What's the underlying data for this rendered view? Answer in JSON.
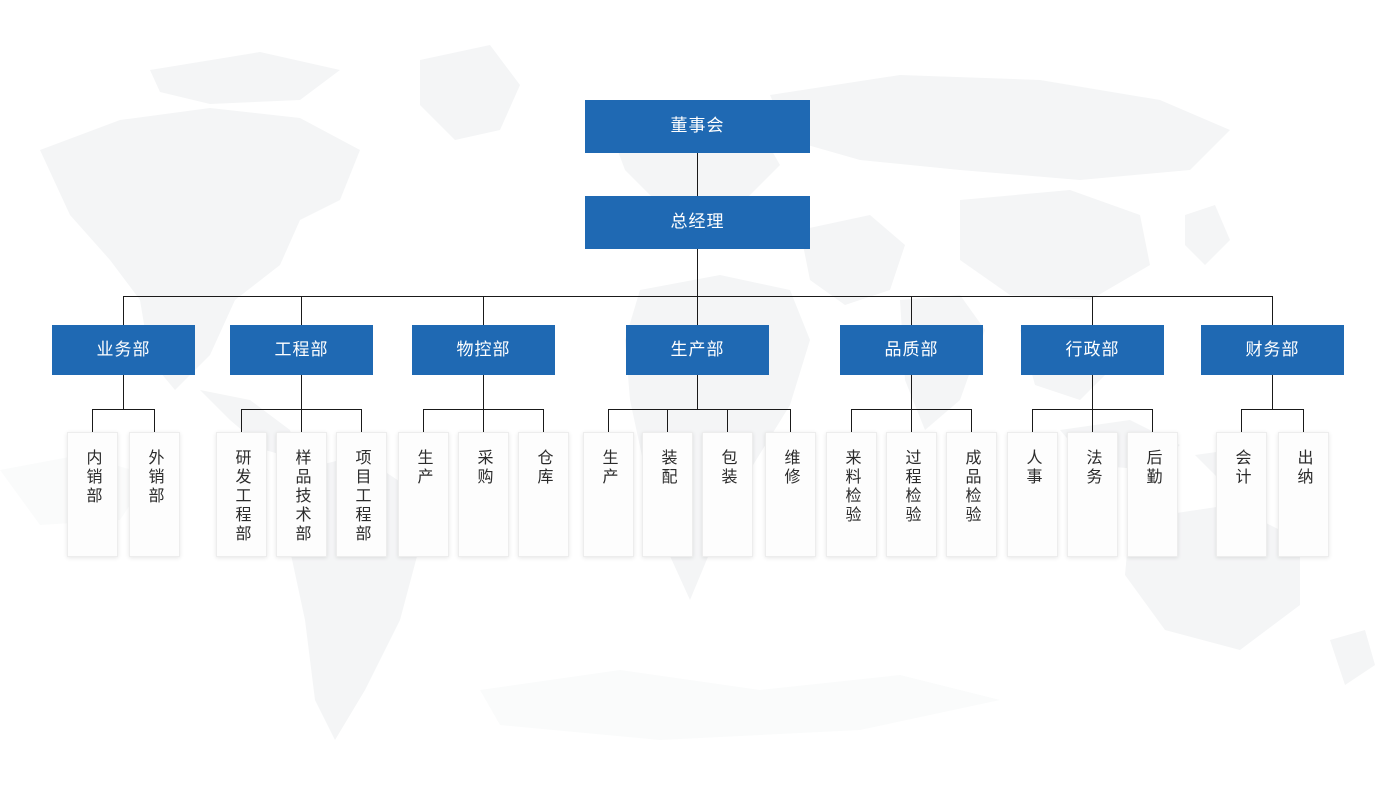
{
  "chart": {
    "type": "org-chart",
    "title_visible": false,
    "background": "world-map-watermark",
    "colors": {
      "box_blue": "#1f69b3",
      "box_blue_text": "#ffffff",
      "card_bg": "#fdfdfd",
      "card_border": "#ededed",
      "card_text": "#2b2b2b",
      "connector": "#1a1a1a",
      "page_bg": "#ffffff",
      "watermark": "#f5f6f7"
    },
    "executive": [
      {
        "id": "board",
        "label": "董事会"
      },
      {
        "id": "general-manager",
        "label": "总经理"
      }
    ],
    "departments": [
      {
        "id": "sales",
        "label": "业务部",
        "children": [
          {
            "id": "domestic-sales",
            "label": "内销部"
          },
          {
            "id": "overseas-sales",
            "label": "外销部"
          }
        ]
      },
      {
        "id": "engineering",
        "label": "工程部",
        "children": [
          {
            "id": "rd-engineering",
            "label": "研发工程部"
          },
          {
            "id": "sample-technology",
            "label": "样品技术部"
          },
          {
            "id": "project-engineering",
            "label": "项目工程部"
          }
        ]
      },
      {
        "id": "material-control",
        "label": "物控部",
        "children": [
          {
            "id": "mc-production",
            "label": "生产"
          },
          {
            "id": "purchasing",
            "label": "采购"
          },
          {
            "id": "warehouse",
            "label": "仓库"
          }
        ]
      },
      {
        "id": "production",
        "label": "生产部",
        "children": [
          {
            "id": "prod-production",
            "label": "生产"
          },
          {
            "id": "assembly",
            "label": "装配"
          },
          {
            "id": "packaging",
            "label": "包装"
          },
          {
            "id": "maintenance",
            "label": "维修"
          }
        ]
      },
      {
        "id": "quality",
        "label": "品质部",
        "children": [
          {
            "id": "incoming-inspection",
            "label": "来料检验"
          },
          {
            "id": "process-inspection",
            "label": "过程检验"
          },
          {
            "id": "final-inspection",
            "label": "成品检验"
          }
        ]
      },
      {
        "id": "administration",
        "label": "行政部",
        "children": [
          {
            "id": "human-resources",
            "label": "人事"
          },
          {
            "id": "legal-affairs",
            "label": "法务"
          },
          {
            "id": "logistics-support",
            "label": "后勤"
          }
        ]
      },
      {
        "id": "finance",
        "label": "财务部",
        "children": [
          {
            "id": "accounting",
            "label": "会计"
          },
          {
            "id": "cashier",
            "label": "出纳"
          }
        ]
      }
    ]
  }
}
